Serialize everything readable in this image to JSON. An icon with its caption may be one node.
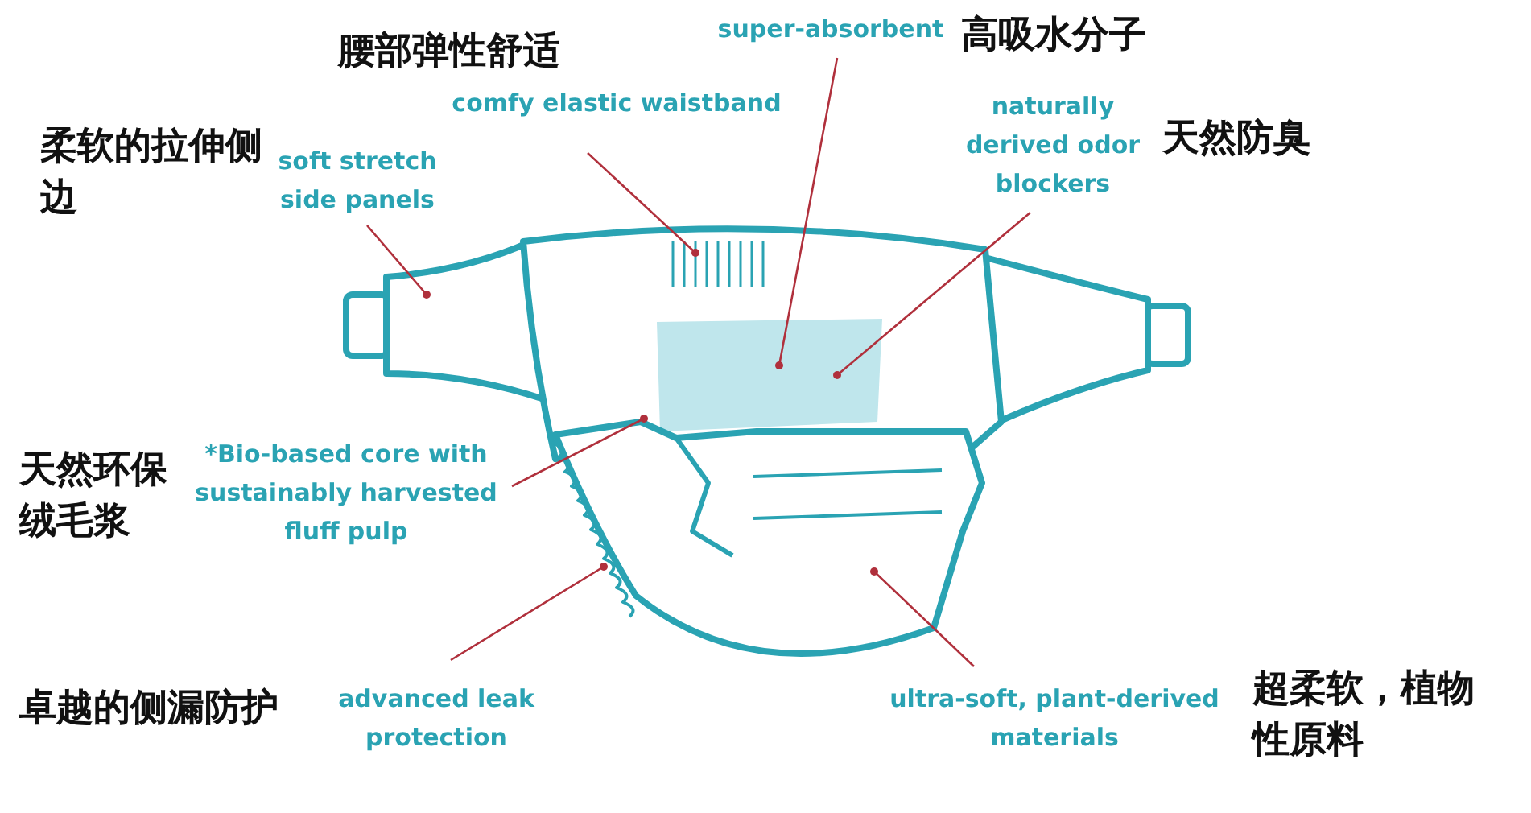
{
  "diagram": {
    "nodes": [
      {
        "text": [
          "soft stretch side panels"
        ],
        "beside": [
          "柔软的拉伸侧边"
        ]
      },
      {
        "text": [
          "comfy elastic waistband"
        ],
        "beside": [
          "腰部弹性舒适"
        ]
      },
      {
        "text": [
          "super-absorbent"
        ],
        "beside": [
          "高吸水分子"
        ]
      },
      {
        "text": [
          "naturally derived odor blockers"
        ],
        "beside": [
          "天然防臭"
        ]
      },
      {
        "text": [
          "*Bio-based core with sustainably harvested fluff pulp"
        ],
        "beside": [
          "天然环保绒毛浆"
        ]
      },
      {
        "text": [
          "advanced leak protection"
        ],
        "beside": [
          "卓越的侧漏防护"
        ]
      },
      {
        "text": [
          "ultra-soft, plant-derived materials"
        ],
        "beside": [
          "超柔软，植物性原料"
        ]
      }
    ],
    "edges": [
      {
        "from": 0,
        "to": null,
        "arrow": "other"
      },
      {
        "from": 1,
        "to": null,
        "arrow": "other"
      },
      {
        "from": 2,
        "to": null,
        "arrow": "other"
      },
      {
        "from": 3,
        "to": null,
        "arrow": "other"
      },
      {
        "from": 4,
        "to": null,
        "arrow": "other"
      },
      {
        "from": 5,
        "to": null,
        "arrow": "other"
      },
      {
        "from": 6,
        "to": null,
        "arrow": "other"
      }
    ]
  }
}
